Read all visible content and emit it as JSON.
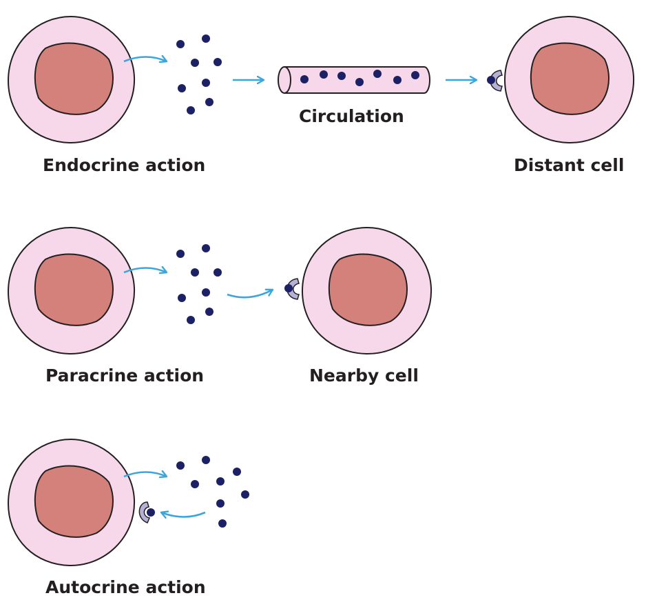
{
  "colors": {
    "cell_fill": "#f7d8ea",
    "nucleus_fill": "#d4817c",
    "outline": "#231f20",
    "molecule": "#1c2166",
    "arrow": "#3aa6dd",
    "receptor": "#b7b1d6"
  },
  "icons": {
    "molecule": "filled-circle",
    "receptor": "c-shaped-receptor",
    "arrow": "curved-arrow"
  },
  "labels": {
    "endocrine": "Endocrine action",
    "circulation": "Circulation",
    "distant_cell": "Distant cell",
    "paracrine": "Paracrine action",
    "nearby_cell": "Nearby cell",
    "autocrine": "Autocrine action"
  }
}
